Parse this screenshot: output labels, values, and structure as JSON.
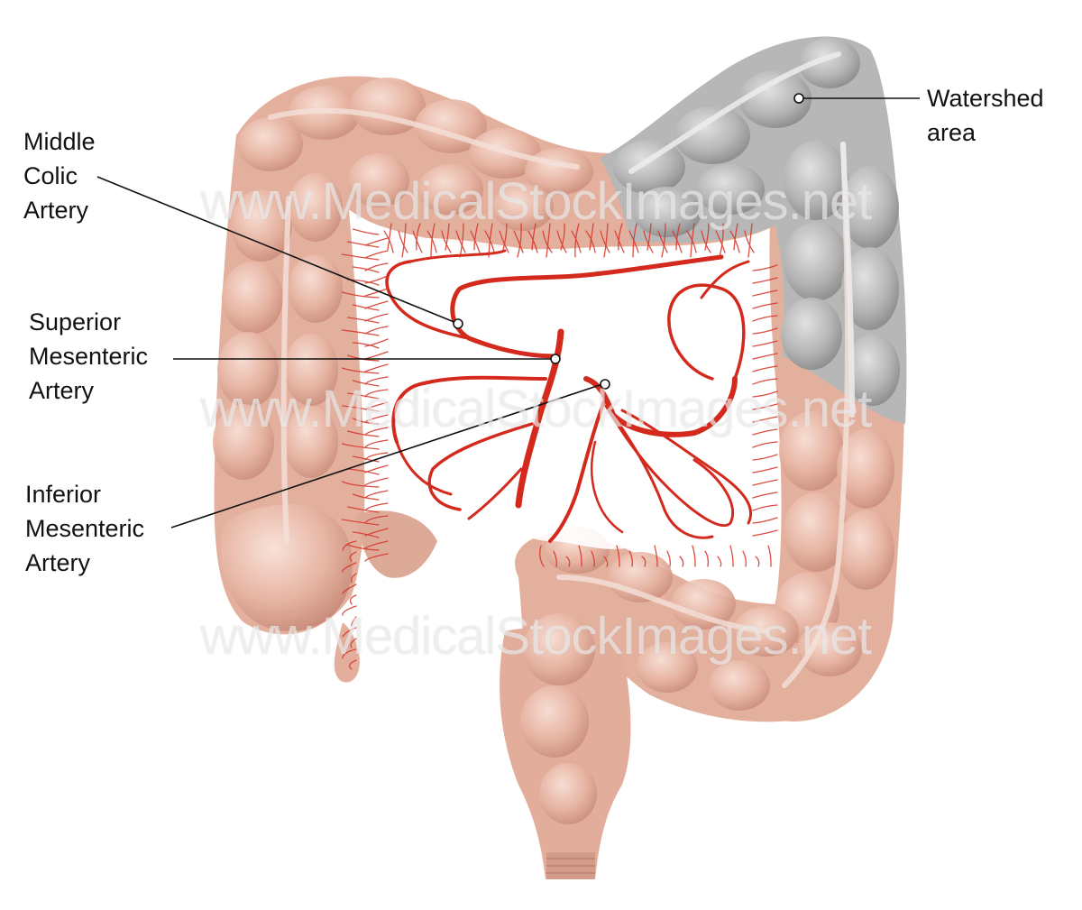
{
  "labels": {
    "middle_colic": [
      "Middle",
      "Colic",
      "Artery"
    ],
    "superior_mesenteric": [
      "Superior",
      "Mesenteric",
      "Artery"
    ],
    "inferior_mesenteric": [
      "Inferior",
      "Mesenteric",
      "Artery"
    ],
    "watershed": [
      "Watershed",
      "area"
    ]
  },
  "watermark": "www.MedicalStockImages.net",
  "colors": {
    "colon": "#e8b8a6",
    "colon_shadow": "#c98f7e",
    "colon_highlight": "#f7ddd3",
    "watershed_gray": "#b9b9b9",
    "watershed_gray_dark": "#8f8f8f",
    "artery": "#d92b1e",
    "leader": "#111111"
  }
}
